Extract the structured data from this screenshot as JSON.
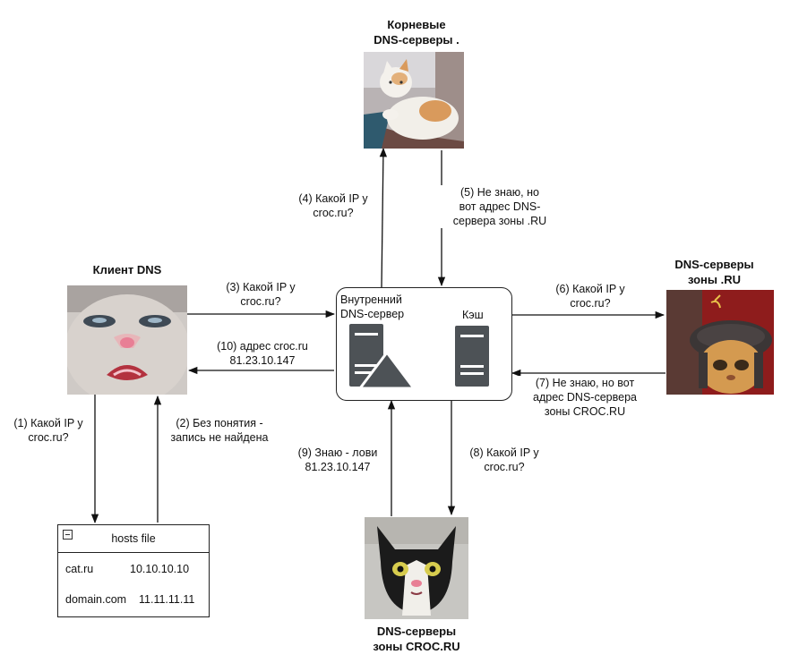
{
  "nodes": {
    "root": {
      "title_line1": "Корневые",
      "title_line2": "DNS-серверы ."
    },
    "client": {
      "title": "Клиент DNS"
    },
    "ru_zone": {
      "title_line1": "DNS-серверы",
      "title_line2": "зоны .RU"
    },
    "croc_zone": {
      "title_line1": "DNS-серверы",
      "title_line2": "зоны CROC.RU"
    },
    "internal": {
      "line1": "Внутренний",
      "line2": "DNS-сервер",
      "cache": "Кэш"
    }
  },
  "hosts_file": {
    "title": "hosts file",
    "rows": [
      {
        "host": "cat.ru",
        "ip": "10.10.10.10"
      },
      {
        "host": "domain.com",
        "ip": "11.11.11.11"
      }
    ]
  },
  "edge_labels": {
    "e1": [
      "(1) Какой IP у",
      "croc.ru?"
    ],
    "e2": [
      "(2) Без понятия -",
      "запись не найдена"
    ],
    "e3": [
      "(3) Какой IP у",
      "croc.ru?"
    ],
    "e4": [
      "(4) Какой IP у",
      "croc.ru?"
    ],
    "e5": [
      "(5) Не знаю, но",
      "вот адрес DNS-",
      "сервера зоны .RU"
    ],
    "e6": [
      "(6) Какой IP у",
      "croc.ru?"
    ],
    "e7": [
      "(7) Не знаю, но вот",
      "адрес DNS-сервера",
      "зоны CROC.RU"
    ],
    "e8": [
      "(8) Какой IP у",
      "croc.ru?"
    ],
    "e9": [
      "(9) Знаю - лови",
      "81.23.10.147"
    ],
    "e10": [
      "(10) адрес croc.ru",
      "81.23.10.147"
    ]
  },
  "colors": {
    "line": "#111111",
    "server_icon": "#4d5256",
    "warning_triangle": "#4d5256"
  },
  "icons": [
    "server-rack-icon",
    "warning-triangle-icon",
    "collapse-minus-icon"
  ]
}
